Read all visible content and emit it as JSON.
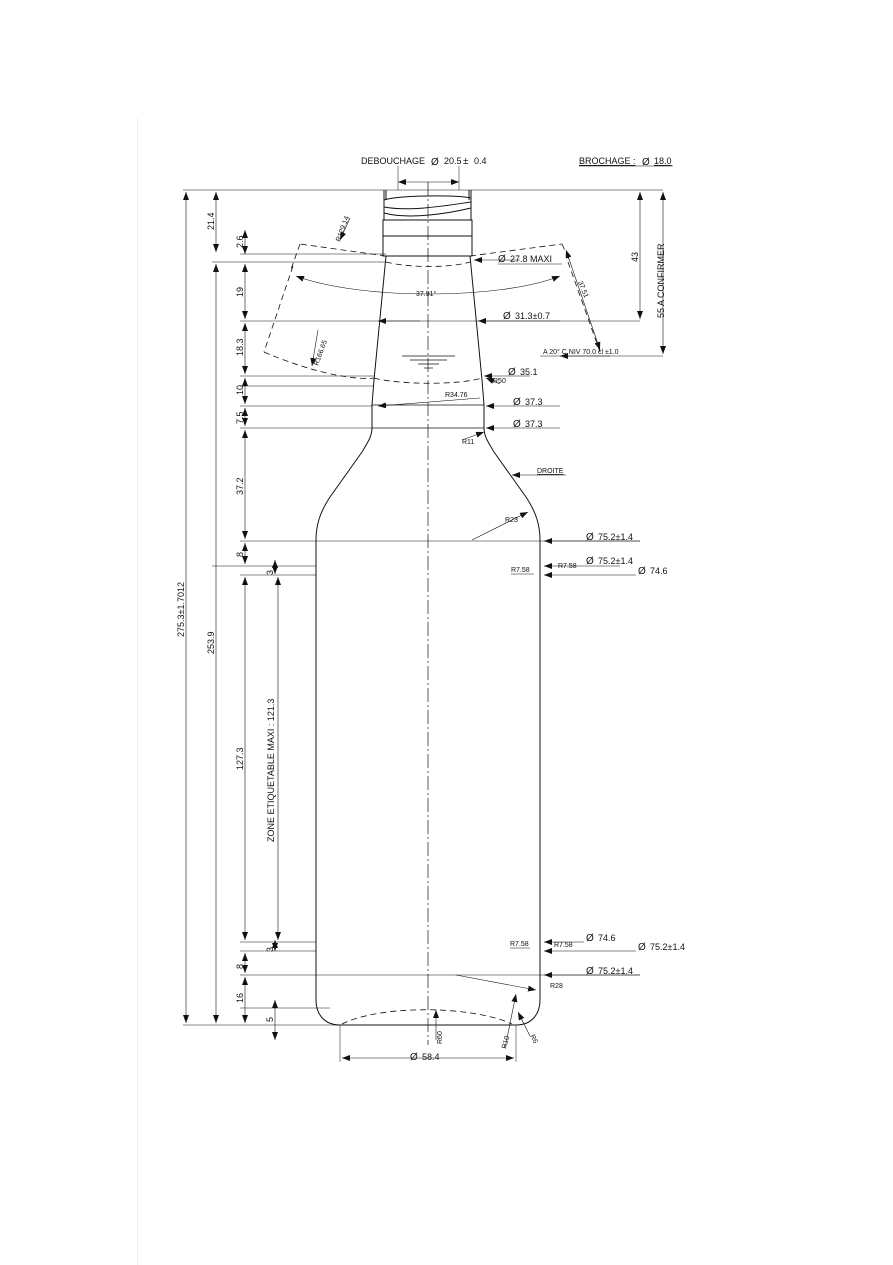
{
  "drawing": {
    "top_left_label": "DEBOUCHAGE",
    "debouchage_value": "20.5",
    "debouchage_tol": "0.4",
    "brochage_label": "BROCHAGE :",
    "brochage_value": "18.0",
    "diameter_symbol": "Ø",
    "plusminus_symbol": "±",
    "fill_level_note": "A 20° C NIV 70.0 cl ±1.0",
    "confirm_note": "55 A CONFIRMER",
    "label_zone": "ZONE ETIQUETABLE MAXI : 121.3",
    "droite": "DROITE",
    "angle": "37.91°",
    "overall_heights": {
      "total": "275.3±1.7012",
      "body_to_top": "253.9"
    },
    "left_dims": [
      "21.4",
      "2.6",
      "19",
      "18.3",
      "10",
      "7.5",
      "37.2",
      "8",
      "3",
      "127.3",
      "3",
      "8",
      "16",
      "5"
    ],
    "right_dim_43": "43",
    "right_dim_37_51": "37.51",
    "radii": {
      "r129": "R129.14",
      "r166": "R166.65",
      "r50": "R50",
      "r34": "R34.76",
      "r11": "R11",
      "r23": "R23",
      "r758a": "R7.58",
      "r758b": "R7.58",
      "r758c": "R7.58",
      "r758d": "R7.58",
      "r28": "R28",
      "r60": "R60",
      "r10": "R10",
      "r6": "R6"
    },
    "diameters": {
      "d278": "27.8 MAXI",
      "d313": "31.3±0.7",
      "d351": "35.1",
      "d373a": "37.3",
      "d373b": "37.3",
      "d752a": "75.2±1.4",
      "d752b": "75.2±1.4",
      "d746a": "74.6",
      "d746b": "74.6",
      "d752c": "75.2±1.4",
      "d752d": "75.2±1.4",
      "d584": "58.4"
    }
  }
}
